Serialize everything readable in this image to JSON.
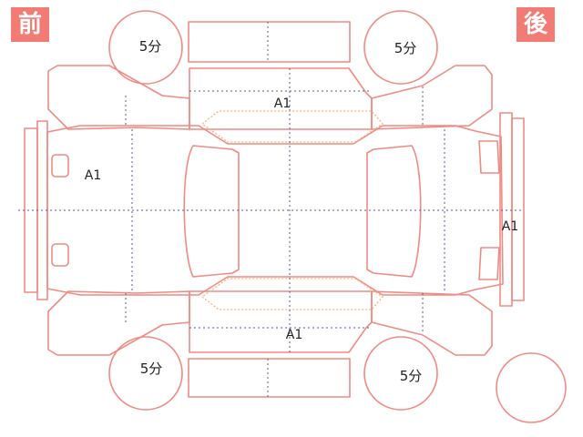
{
  "badges": {
    "front": "前",
    "rear": "後"
  },
  "tires": {
    "front_left": "5分",
    "rear_left": "5分",
    "front_right": "5分",
    "rear_right": "5分"
  },
  "damage_marks": {
    "top": "A1",
    "front": "A1",
    "rear": "A1",
    "bottom": "A1"
  },
  "colors": {
    "outline": "#f08a82",
    "badge": "#f27c74",
    "window_trim": "#f5b27a",
    "guide_line": "#5a5a8c"
  }
}
